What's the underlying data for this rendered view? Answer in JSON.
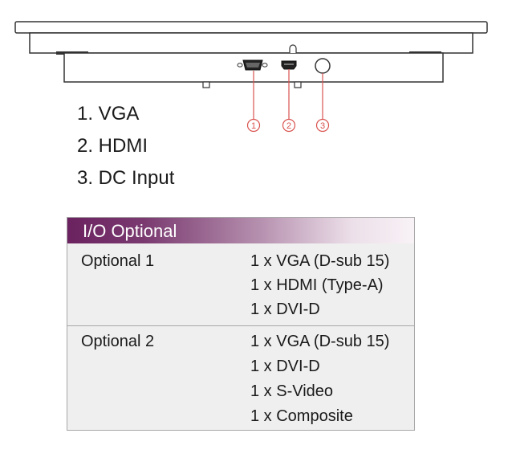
{
  "legend": {
    "items": [
      "1. VGA",
      "2. HDMI",
      "3. DC Input"
    ],
    "callouts": [
      "1",
      "2",
      "3"
    ]
  },
  "io_table": {
    "title": "I/O Optional",
    "groups": [
      {
        "label": "Optional 1",
        "values": [
          "1 x VGA (D-sub 15)",
          "1 x HDMI (Type-A)",
          "1 x DVI-D"
        ]
      },
      {
        "label": "Optional 2",
        "values": [
          "1 x VGA (D-sub 15)",
          "1 x DVI-D",
          "1 x S-Video",
          "1 x Composite"
        ]
      }
    ]
  },
  "colors": {
    "callout": "#d9534f",
    "header_start": "#6b2260",
    "row_bg": "#efefef",
    "border": "#a8a8a8"
  }
}
